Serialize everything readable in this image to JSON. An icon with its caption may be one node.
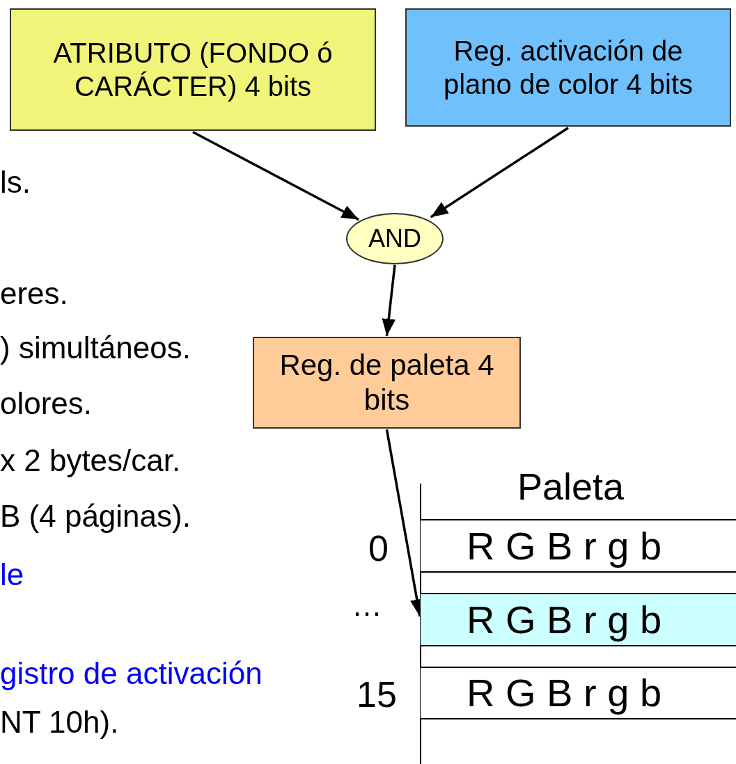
{
  "diagram": {
    "nodes": [
      {
        "text": [
          "ATRIBUTO (FONDO ó CARÁCTER) 4 bits"
        ]
      },
      {
        "text": [
          "Reg. activación de plano de color 4 bits"
        ]
      },
      {
        "text": [
          "AND"
        ]
      },
      {
        "text": [
          "Reg. de paleta 4 bits"
        ]
      },
      {
        "text": [
          "R G B r g b"
        ]
      },
      {
        "text": [
          "R G B r g b"
        ]
      },
      {
        "text": [
          "R G B r g b"
        ]
      }
    ],
    "edges": [
      {
        "from": 0,
        "to": 2,
        "arrow": "to"
      },
      {
        "from": 1,
        "to": 2,
        "arrow": "to"
      },
      {
        "from": 2,
        "to": 3,
        "arrow": "to"
      },
      {
        "from": 3,
        "to": 5,
        "arrow": "to"
      }
    ],
    "labels": [
      "ls.",
      "eres.",
      ") simultáneos.",
      "olores.",
      "x 2 bytes/car.",
      "Paleta",
      "B (4 páginas).",
      "0",
      "le",
      "…",
      "gistro de activación",
      "15",
      "NT 10h)."
    ]
  }
}
